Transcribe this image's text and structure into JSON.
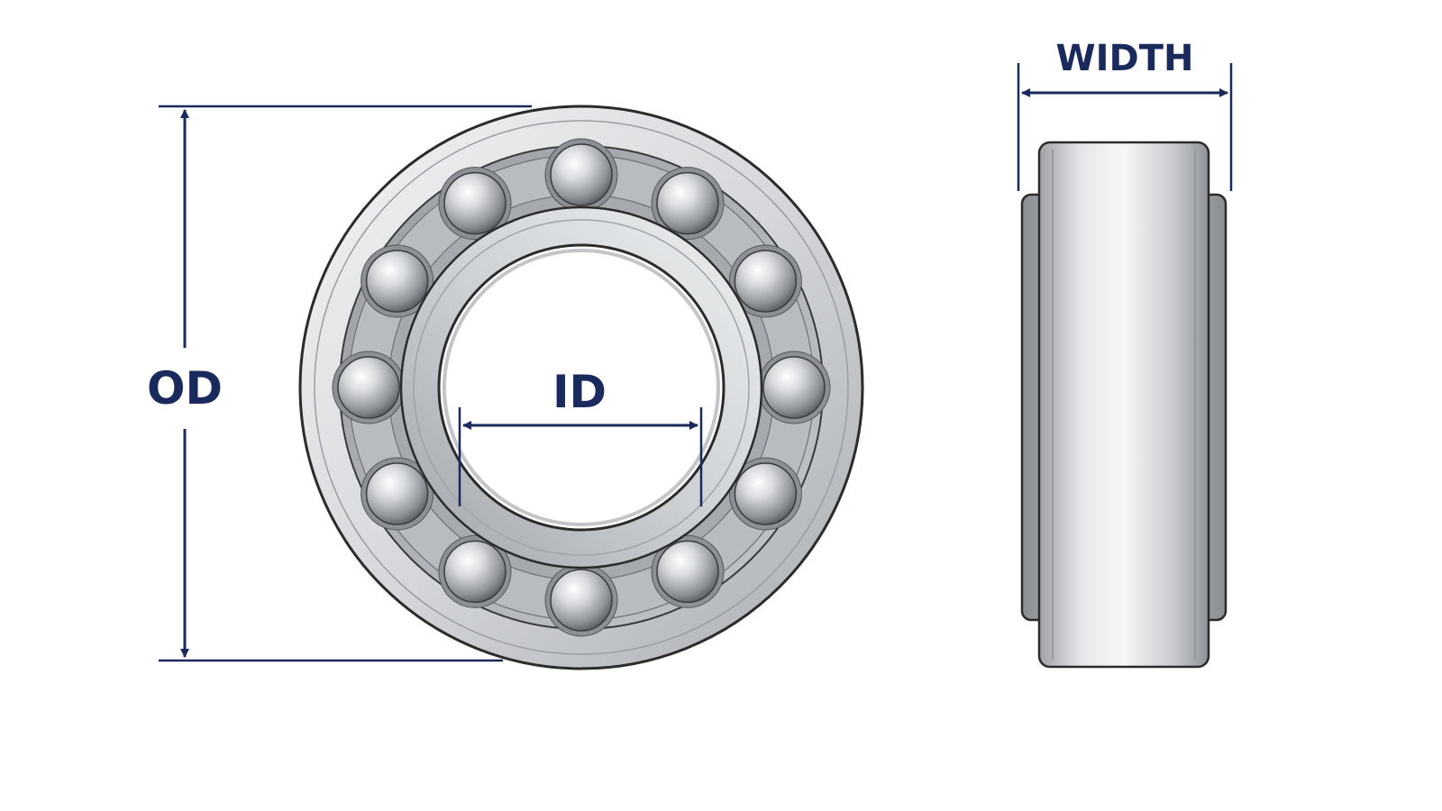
{
  "labels": {
    "od": "OD",
    "id": "ID",
    "width": "WIDTH"
  },
  "colors": {
    "dimension": "#1b2a5c",
    "steel_light": "#f1f2f3",
    "steel_mid": "#c9cbce",
    "steel_dark": "#8e9196",
    "outline": "#2b2b2b",
    "background": "#ffffff"
  },
  "bearing": {
    "ball_count": 12,
    "views": [
      "front-view",
      "side-view"
    ]
  }
}
